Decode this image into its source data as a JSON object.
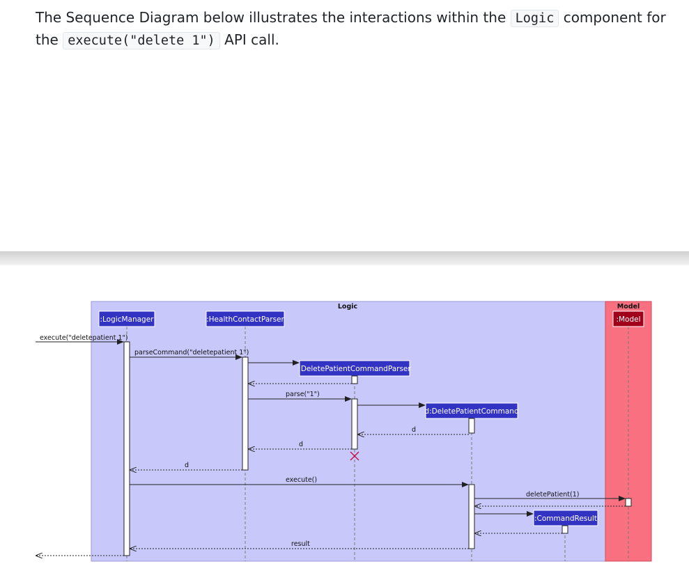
{
  "intro": {
    "text_1": "The Sequence Diagram below illustrates the interactions within the",
    "code_1": "Logic",
    "text_2": "component for the",
    "code_2": "execute(\"delete 1\")",
    "text_3": "API call."
  },
  "diagram": {
    "colors": {
      "logic_frame": "#c8c8fa",
      "model_frame": "#f97181",
      "participant_logic": "#3333c3",
      "participant_model": "#a0001a",
      "destroy": "#c4144a"
    },
    "frames": {
      "logic": "Logic",
      "model": "Model"
    },
    "participants": {
      "logic_manager": ":LogicManager",
      "parser": ":HealthContactParser",
      "command_parser": ":DeletePatientCommandParser",
      "command": "d:DeletePatientCommand",
      "command_result": ":CommandResult",
      "model": ":Model"
    },
    "messages": {
      "execute_in": "execute(\"deletepatient 1\")",
      "parse_command": "parseCommand(\"deletepatient 1\")",
      "parse": "parse(\"1\")",
      "return_d_from_command": "d",
      "return_d_from_parser": "d",
      "return_d_to_manager": "d",
      "execute": "execute()",
      "delete_patient": "deletePatient(1)",
      "result": "result"
    }
  }
}
